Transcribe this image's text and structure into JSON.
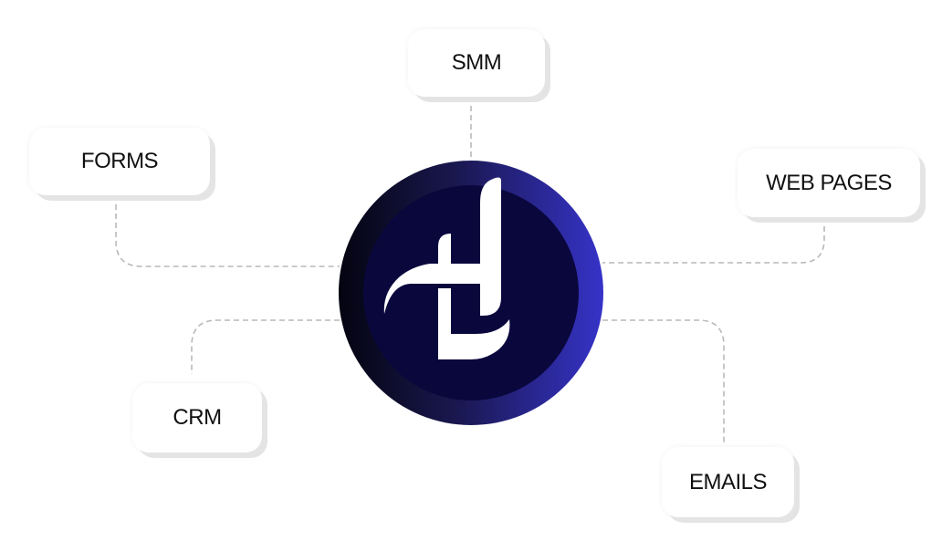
{
  "center": {
    "logo_label": "H",
    "colors": {
      "inner": "#0a073d",
      "ring_start": "#040410",
      "ring_end": "#3633c8"
    }
  },
  "nodes": [
    {
      "label": "SMM"
    },
    {
      "label": "FORMS"
    },
    {
      "label": "WEB PAGES"
    },
    {
      "label": "CRM"
    },
    {
      "label": "EMAILS"
    }
  ],
  "connector_color": "#b9b9b9"
}
